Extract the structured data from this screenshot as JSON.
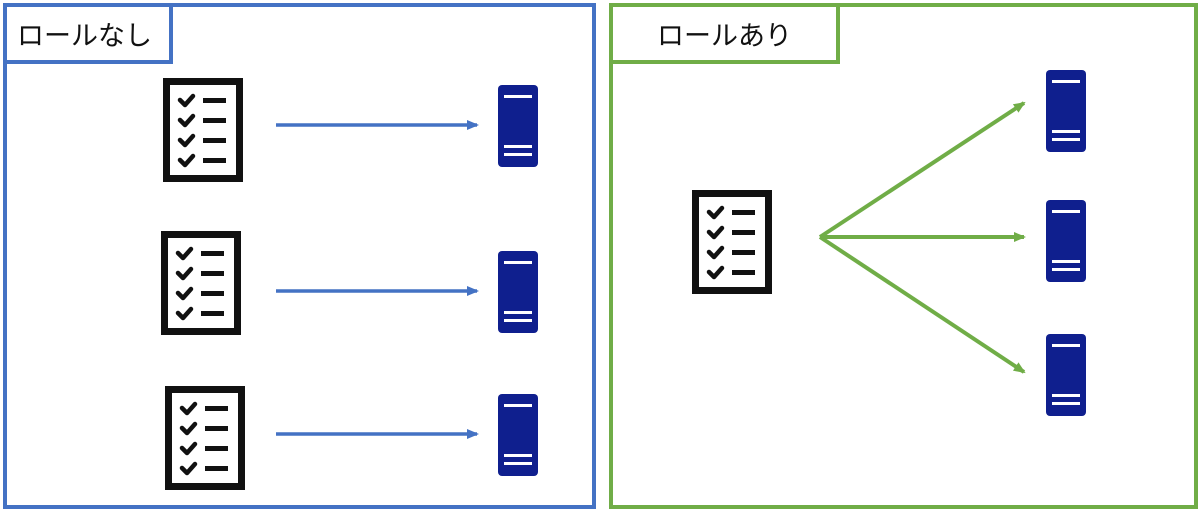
{
  "colors": {
    "blue": "#4472C4",
    "green": "#70AD47",
    "server": "#0F1F8E",
    "icon_ink": "#111111"
  },
  "panels": {
    "left": {
      "title": "ロールなし",
      "checklist_count": 3,
      "server_count": 3,
      "arrow_color": "blue"
    },
    "right": {
      "title": "ロールあり",
      "checklist_count": 1,
      "server_count": 3,
      "arrow_color": "green"
    }
  },
  "icons": {
    "checklist": "checklist-icon",
    "server": "server-icon",
    "arrow": "arrow"
  }
}
